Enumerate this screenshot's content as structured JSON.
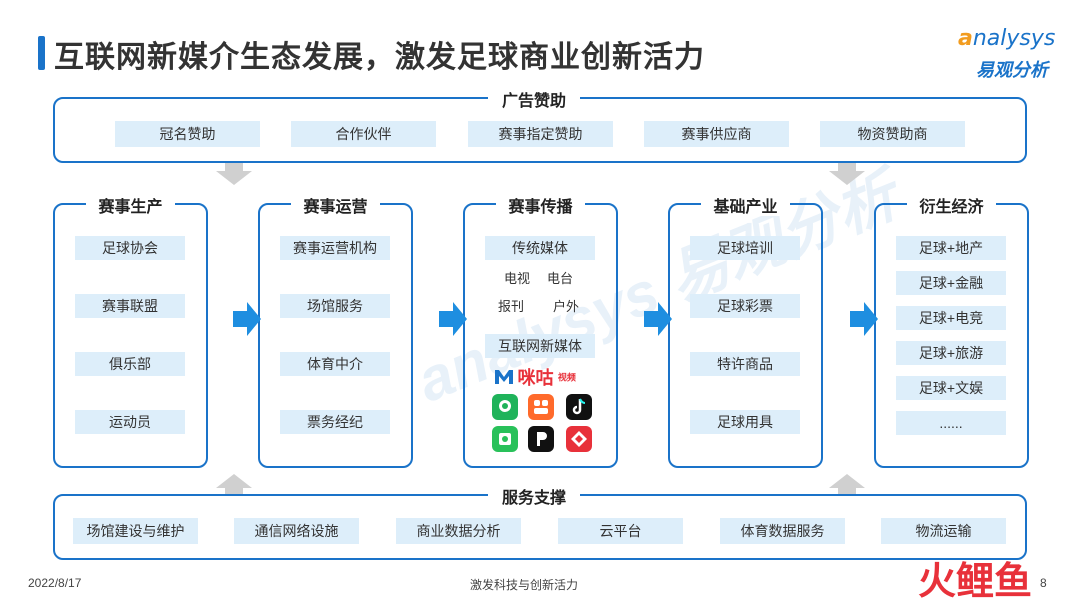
{
  "title": "互联网新媒介生态发展，激发足球商业创新活力",
  "logo": {
    "en_first": "a",
    "en_rest": "nalysys",
    "cn": "易观分析"
  },
  "ads": {
    "label": "广告赞助",
    "items": [
      "冠名赞助",
      "合作伙伴",
      "赛事指定赞助",
      "赛事供应商",
      "物资赞助商"
    ]
  },
  "columns": [
    {
      "title": "赛事生产",
      "items": [
        "足球协会",
        "赛事联盟",
        "俱乐部",
        "运动员"
      ]
    },
    {
      "title": "赛事运营",
      "items": [
        "赛事运营机构",
        "场馆服务",
        "体育中介",
        "票务经纪"
      ]
    },
    {
      "title": "赛事传播",
      "traditional": "传统媒体",
      "sub": [
        "电视",
        "电台",
        "报刊",
        "户外"
      ],
      "internet": "互联网新媒体",
      "migu": "咪咕",
      "migu_small": "视频"
    },
    {
      "title": "基础产业",
      "items": [
        "足球培训",
        "足球彩票",
        "特许商品",
        "足球用具"
      ]
    },
    {
      "title": "衍生经济",
      "items": [
        "足球+地产",
        "足球+金融",
        "足球+电竞",
        "足球+旅游",
        "足球+文娱",
        "......"
      ]
    }
  ],
  "service": {
    "label": "服务支撑",
    "items": [
      "场馆建设与维护",
      "通信网络设施",
      "商业数据分析",
      "云平台",
      "体育数据服务",
      "物流运输"
    ]
  },
  "footer": {
    "date": "2022/8/17",
    "center": "激发科技与创新活力",
    "logo": [
      "火",
      "鲤",
      "鱼"
    ],
    "page": "8"
  },
  "colors": {
    "accent": "#1a73c9",
    "tag_bg": "#ddeefa",
    "arrow_blue": "#1e8ee0",
    "arrow_gray": "#d0d0d0"
  }
}
